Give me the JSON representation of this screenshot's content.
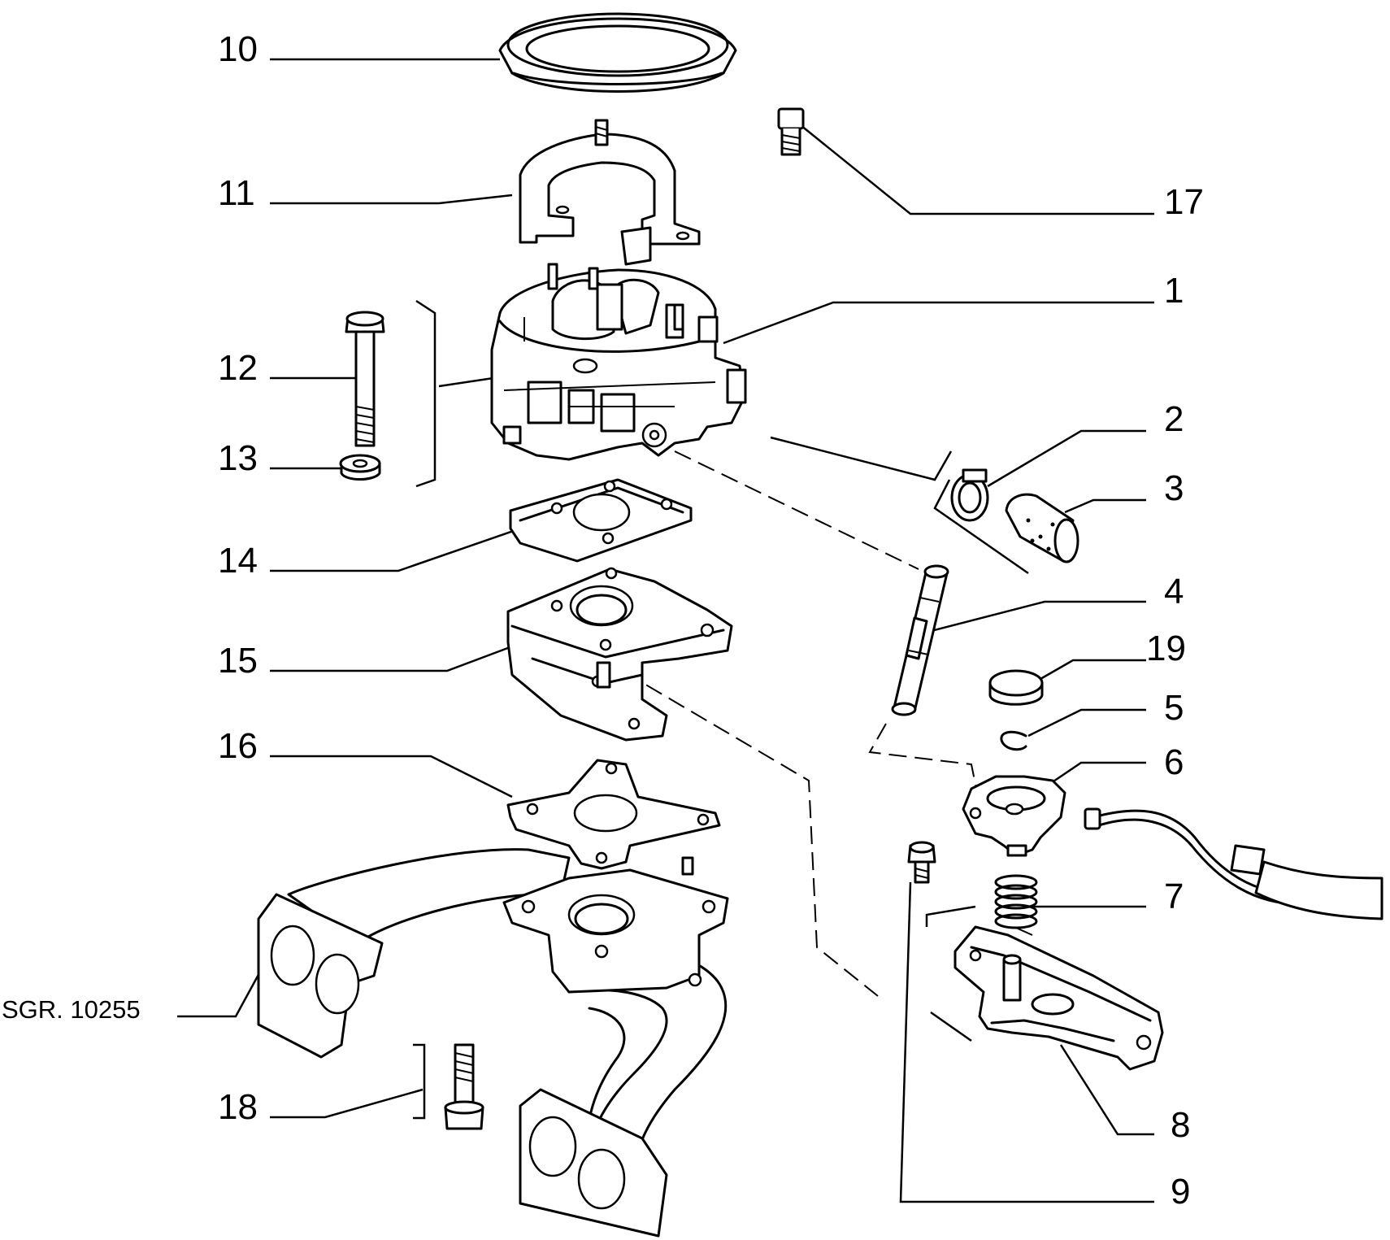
{
  "labels": {
    "l1": "1",
    "l2": "2",
    "l3": "3",
    "l4": "4",
    "l5": "5",
    "l6": "6",
    "l7": "7",
    "l8": "8",
    "l9": "9",
    "l10": "10",
    "l11": "11",
    "l12": "12",
    "l13": "13",
    "l14": "14",
    "l15": "15",
    "l16": "16",
    "l17": "17",
    "l18": "18",
    "l19": "19"
  },
  "reference": "SGR. 10255"
}
